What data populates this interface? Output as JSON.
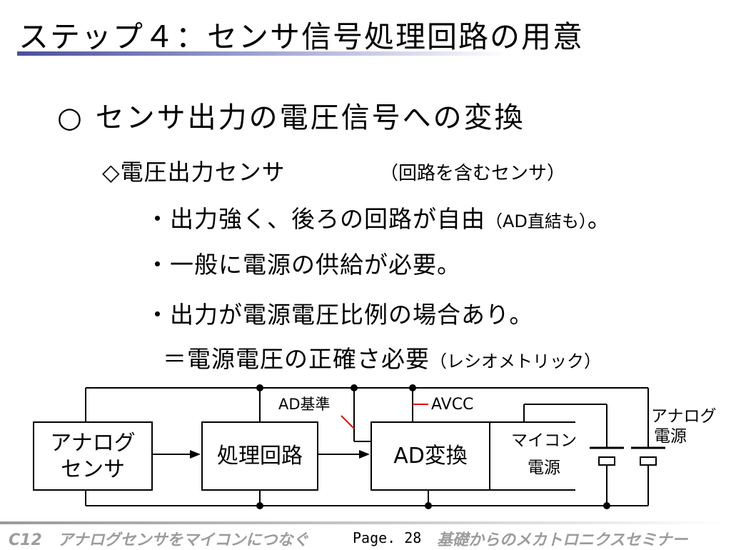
{
  "slide": {
    "title": "ステップ４：センサ信号処理回路の用意",
    "heading": "○ センサ出力の電圧信号への変換",
    "subheading": "◇電圧出力センサ",
    "subheading_note": "（回路を含むセンサ）",
    "bullets": [
      {
        "text": "・出力強く、後ろの回路が自由",
        "small": "（AD直結も）",
        "tail": "。"
      },
      {
        "text": "・一般に電源の供給が必要。",
        "small": "",
        "tail": ""
      },
      {
        "text": "・出力が電源電圧比例の場合あり。",
        "small": "",
        "tail": ""
      },
      {
        "text": "＝電源電圧の正確さ必要",
        "small": "（レシオメトリック）",
        "tail": ""
      }
    ]
  },
  "diagram": {
    "blocks": {
      "sensor_line1": "アナログ",
      "sensor_line2": "センサ",
      "processing": "処理回路",
      "adc": "AD変換",
      "mcu_power_line1": "マイコン",
      "mcu_power_line2": "電源"
    },
    "labels": {
      "ad_ref": "AD基準",
      "avcc": "AVCC",
      "analog_power_line1": "アナログ",
      "analog_power_line2": "電源"
    },
    "colors": {
      "wire": "#000000",
      "label_line": "#e01010"
    }
  },
  "footer": {
    "left": "C12　アナログセンサをマイコンにつなぐ",
    "page": "Page. 28",
    "right": "基礎からのメカトロニクスセミナー"
  }
}
